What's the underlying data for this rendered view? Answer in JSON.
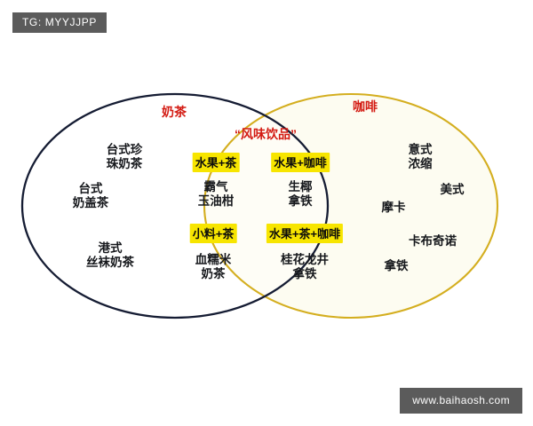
{
  "watermarks": {
    "top_left": "TG: MYYJJPP",
    "bottom_right": "www.baihaosh.com"
  },
  "colors": {
    "left_circle_stroke": "#151c33",
    "right_circle_stroke": "#d4ae1f",
    "intersection_tint": "#fdfcf2",
    "set_title": "#d31a12",
    "item_text": "#16181c",
    "highlight": "#f7e500",
    "badge_bg": "#5b5b5b",
    "background": "#ffffff"
  },
  "diagram": {
    "type": "venn",
    "left_set": {
      "title": "奶茶",
      "items": [
        "台式珍\n珠奶茶",
        "台式\n奶盖茶",
        "港式\n丝袜奶茶"
      ],
      "items_flat": [
        "台式珍珠奶茶",
        "台式奶盖茶",
        "港式丝袜奶茶"
      ]
    },
    "right_set": {
      "title": "咖啡",
      "items": [
        "意式\n浓缩",
        "美式",
        "摩卡",
        "卡布奇诺",
        "拿铁"
      ],
      "items_flat": [
        "意式浓缩",
        "美式",
        "摩卡",
        "卡布奇诺",
        "拿铁"
      ]
    },
    "intersection": {
      "title": "“风味饮品”",
      "groups": [
        {
          "chip": "水果+茶",
          "item": "霸气\n玉油柑",
          "item_flat": "霸气玉油柑"
        },
        {
          "chip": "水果+咖啡",
          "item": "生椰\n拿铁",
          "item_flat": "生椰拿铁"
        },
        {
          "chip": "小料+茶",
          "item": "血糯米\n奶茶",
          "item_flat": "血糯米奶茶"
        },
        {
          "chip": "水果+茶+咖啡",
          "item": "桂花龙井\n拿铁",
          "item_flat": "桂花龙井拿铁"
        }
      ]
    }
  }
}
